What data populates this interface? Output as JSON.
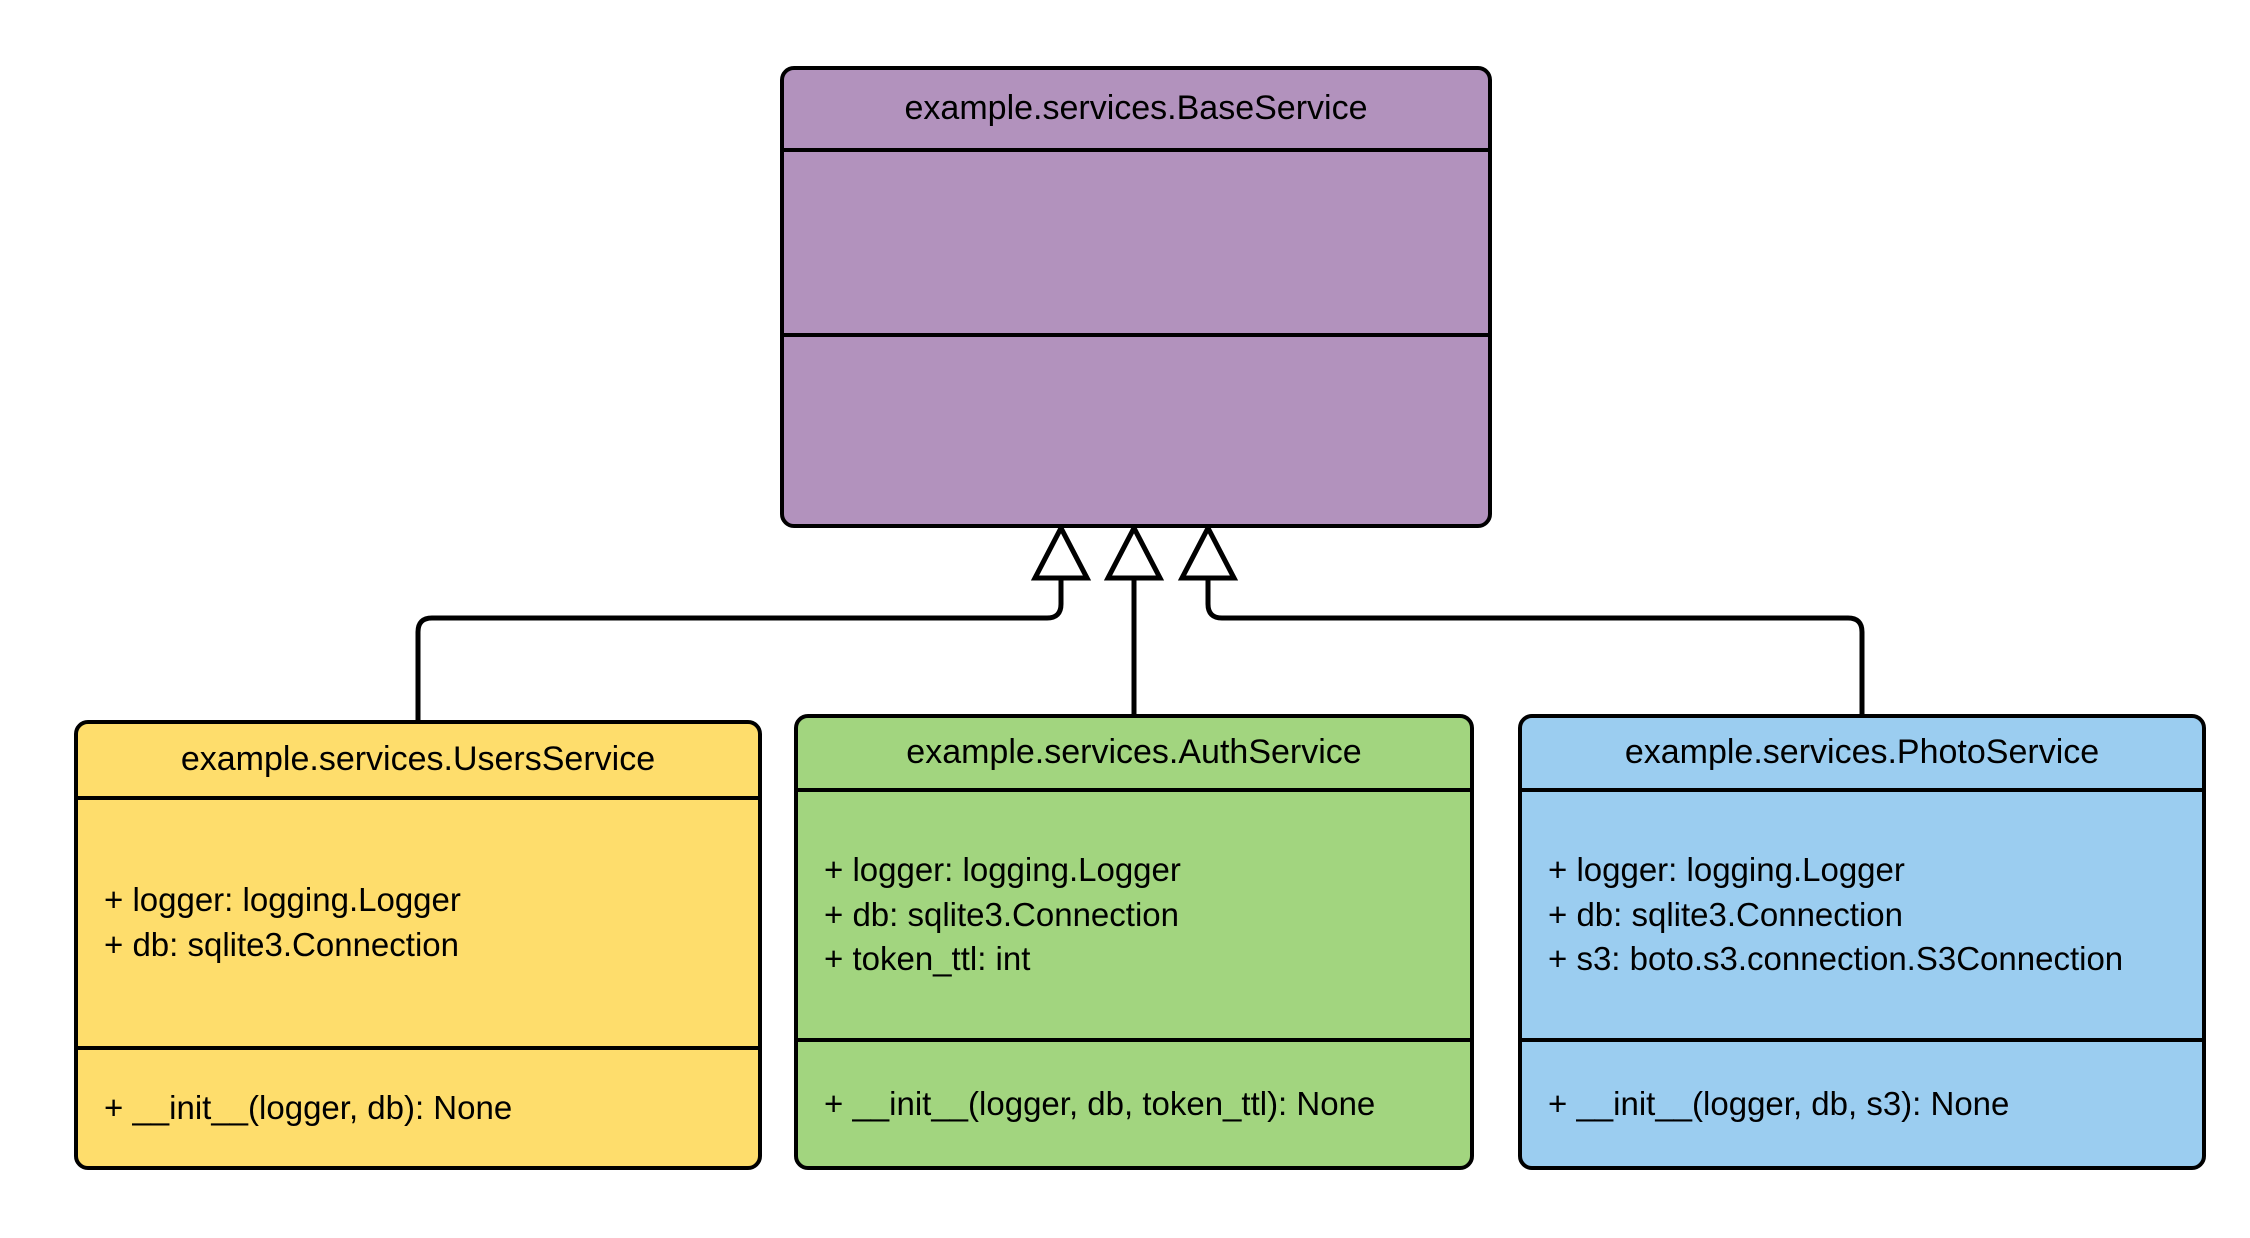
{
  "diagram": {
    "type": "uml-class-diagram",
    "background": "#ffffff",
    "line_color": "#000000",
    "relationship": "generalization"
  },
  "classes": {
    "base": {
      "name": "example.services.BaseService",
      "color": "#b292bd",
      "attributes": [],
      "methods": []
    },
    "users": {
      "name": "example.services.UsersService",
      "color": "#fedd6c",
      "attributes": [
        "+ logger: logging.Logger",
        "+ db: sqlite3.Connection"
      ],
      "methods": [
        "+ __init__(logger, db): None"
      ]
    },
    "auth": {
      "name": "example.services.AuthService",
      "color": "#a2d57f",
      "attributes": [
        "+ logger: logging.Logger",
        "+ db: sqlite3.Connection",
        "+ token_ttl: int"
      ],
      "methods": [
        "+ __init__(logger, db, token_ttl): None"
      ]
    },
    "photo": {
      "name": "example.services.PhotoService",
      "color": "#9bcdf0",
      "attributes": [
        "+ logger: logging.Logger",
        "+ db: sqlite3.Connection",
        "+ s3: boto.s3.connection.S3Connection"
      ],
      "methods": [
        "+ __init__(logger, db, s3): None"
      ]
    }
  },
  "edges": [
    {
      "from": "example.services.UsersService",
      "to": "example.services.BaseService",
      "kind": "inheritance"
    },
    {
      "from": "example.services.AuthService",
      "to": "example.services.BaseService",
      "kind": "inheritance"
    },
    {
      "from": "example.services.PhotoService",
      "to": "example.services.BaseService",
      "kind": "inheritance"
    }
  ]
}
